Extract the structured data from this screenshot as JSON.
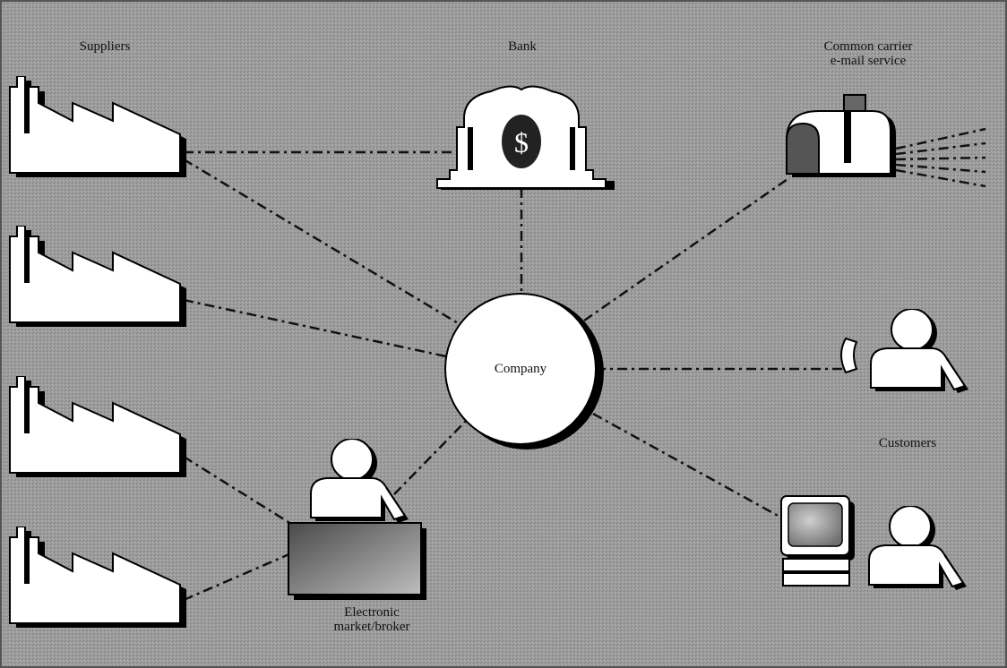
{
  "labels": {
    "suppliers": "Suppliers",
    "bank": "Bank",
    "carrier_line1": "Common carrier",
    "carrier_line2": "e-mail service",
    "company": "Company",
    "customers": "Customers",
    "market_line1": "Electronic",
    "market_line2": "market/broker"
  },
  "icons": {
    "supplier": "factory-icon",
    "bank": "bank-building-icon",
    "bank_symbol": "$",
    "carrier": "mailbox-icon",
    "market": "person-at-desk-icon",
    "customer_phone": "person-phone-icon",
    "customer_computer": "person-computer-icon"
  },
  "colors": {
    "background": "#9a9a9a",
    "icon_fill": "#ffffff",
    "outline": "#000000",
    "bank_seal": "#222222"
  }
}
